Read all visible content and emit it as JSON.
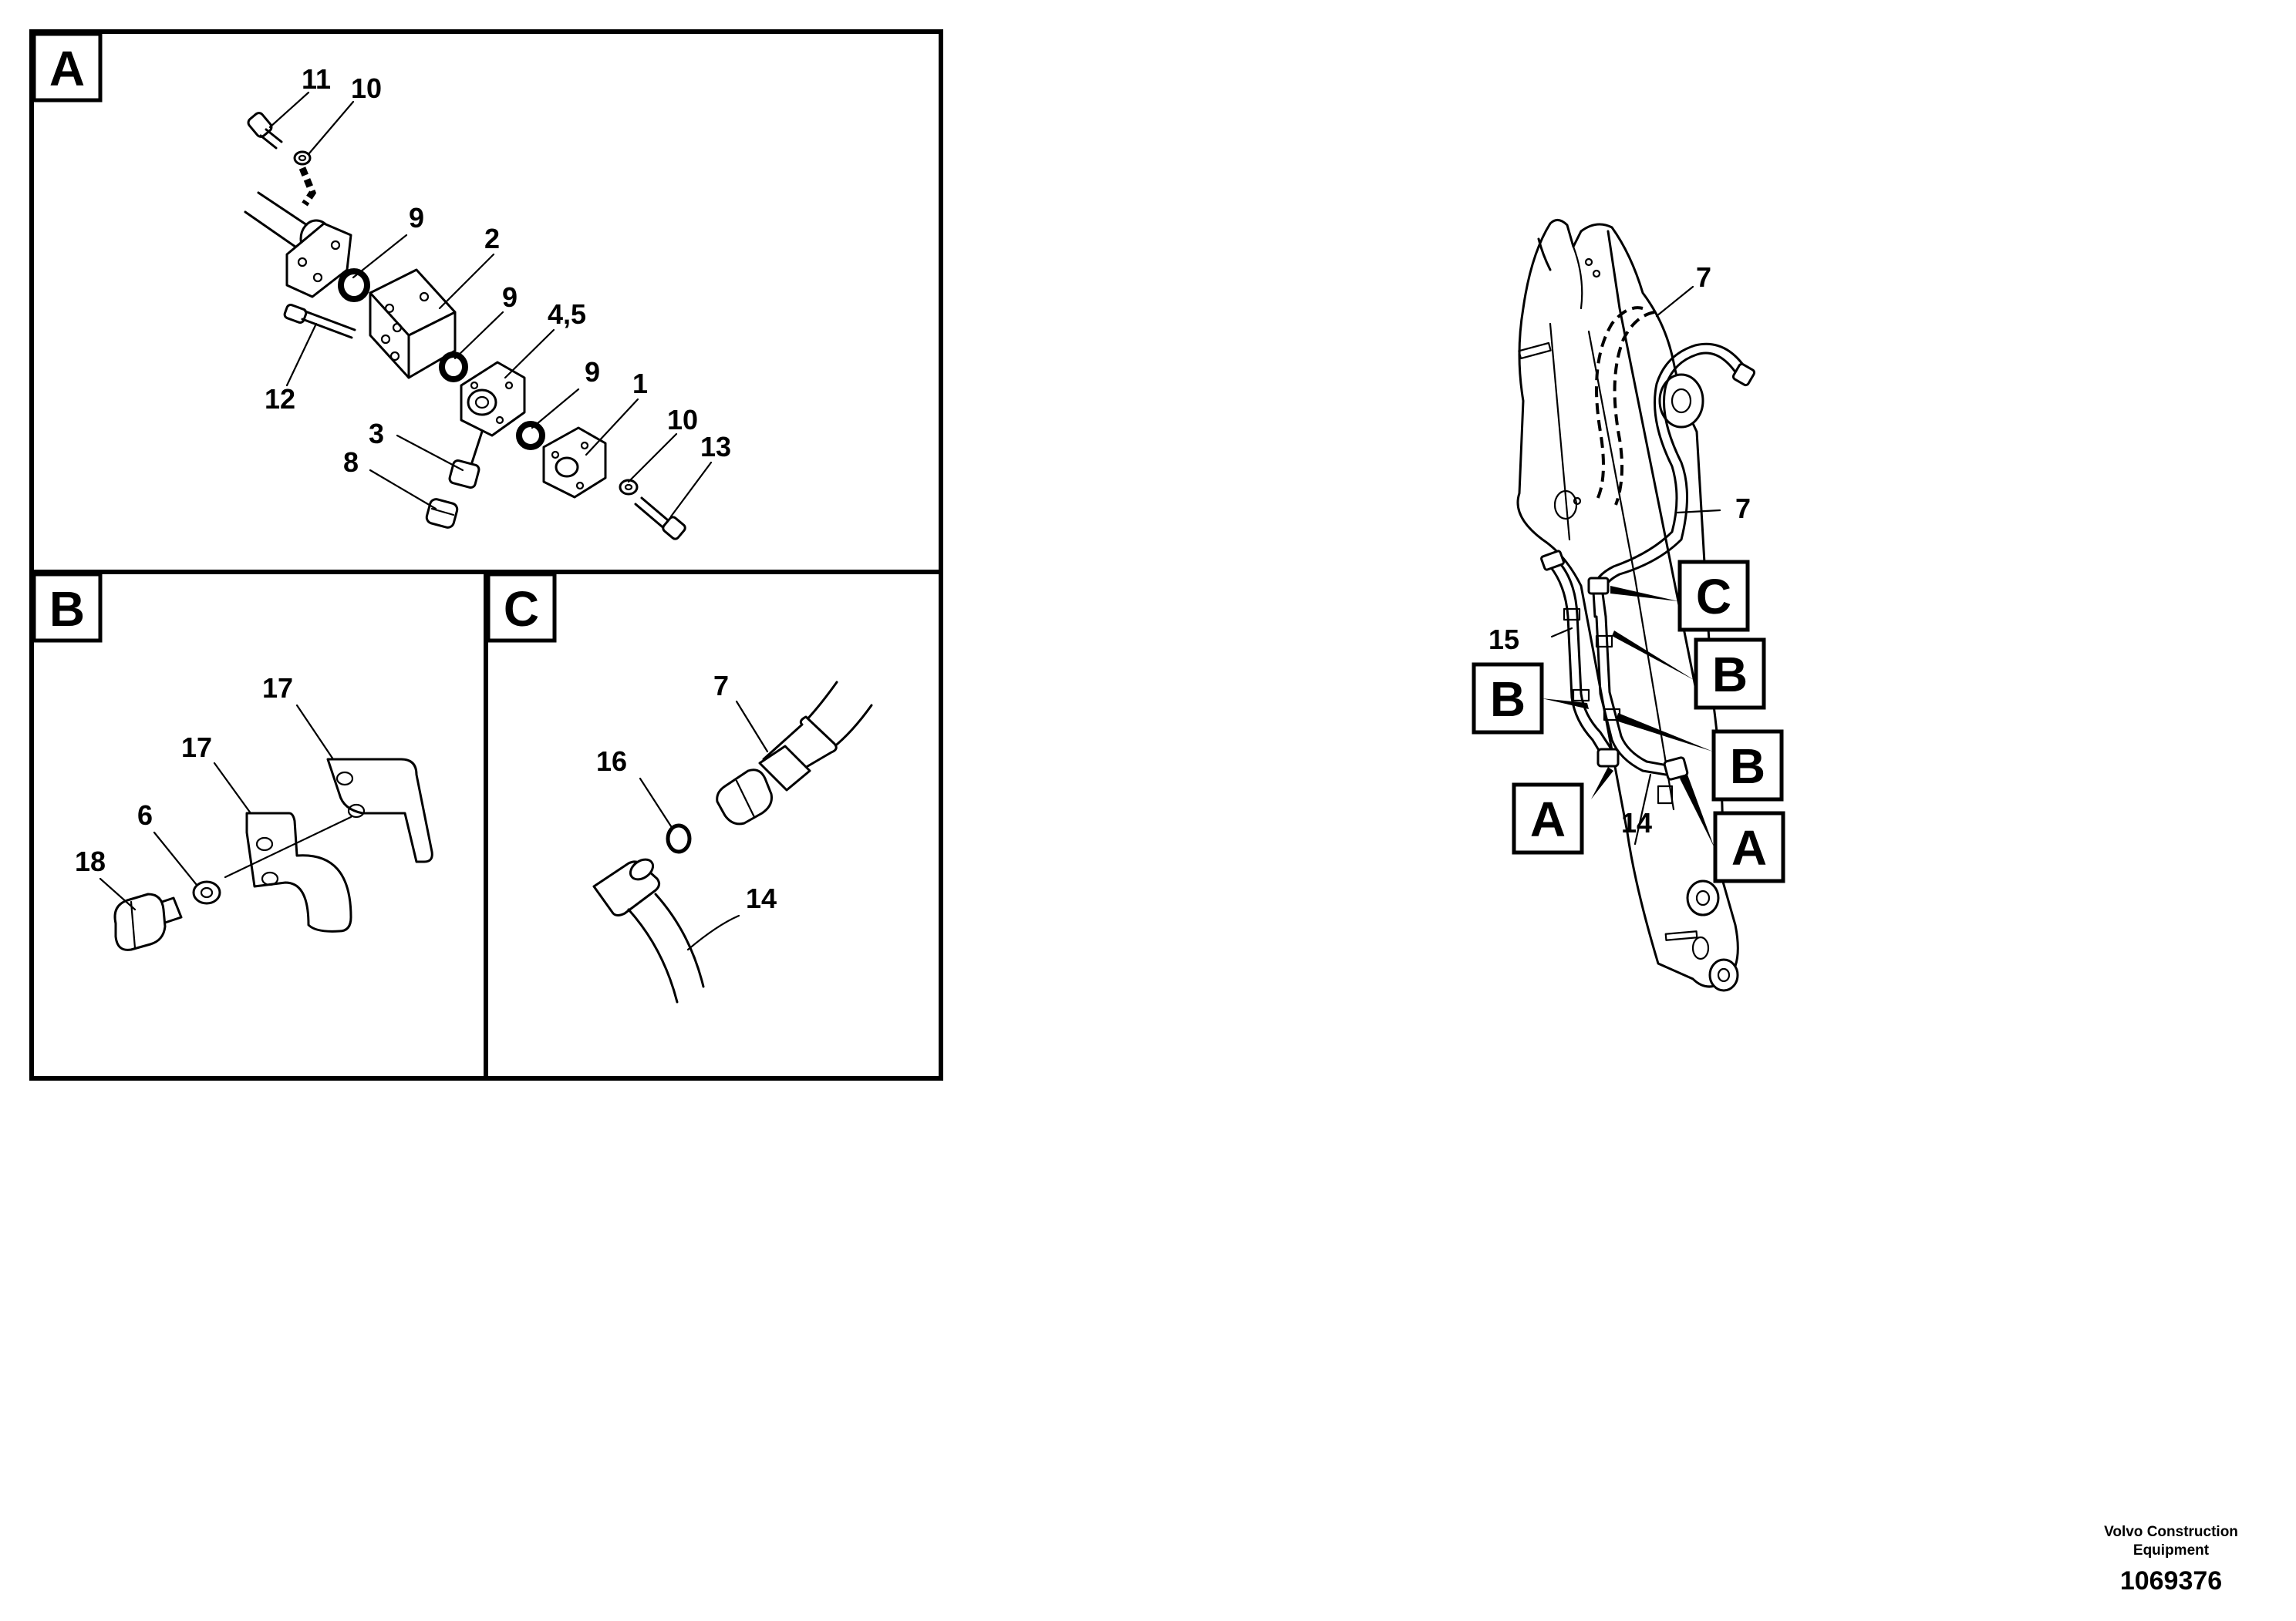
{
  "detail_views": {
    "A": {
      "label": "A",
      "callouts": [
        "11",
        "10",
        "9",
        "2",
        "9",
        "4,5",
        "12",
        "9",
        "1",
        "3",
        "10",
        "13",
        "8"
      ]
    },
    "B": {
      "label": "B",
      "callouts": [
        "17",
        "17",
        "6",
        "18"
      ]
    },
    "C": {
      "label": "C",
      "callouts": [
        "7",
        "16",
        "14"
      ]
    }
  },
  "overview": {
    "callouts": [
      "7",
      "7",
      "15",
      "14"
    ],
    "view_markers": [
      "C",
      "B",
      "B",
      "B",
      "A",
      "A"
    ]
  },
  "footer": {
    "company": "Volvo Construction Equipment",
    "drawing_number": "1069376"
  }
}
